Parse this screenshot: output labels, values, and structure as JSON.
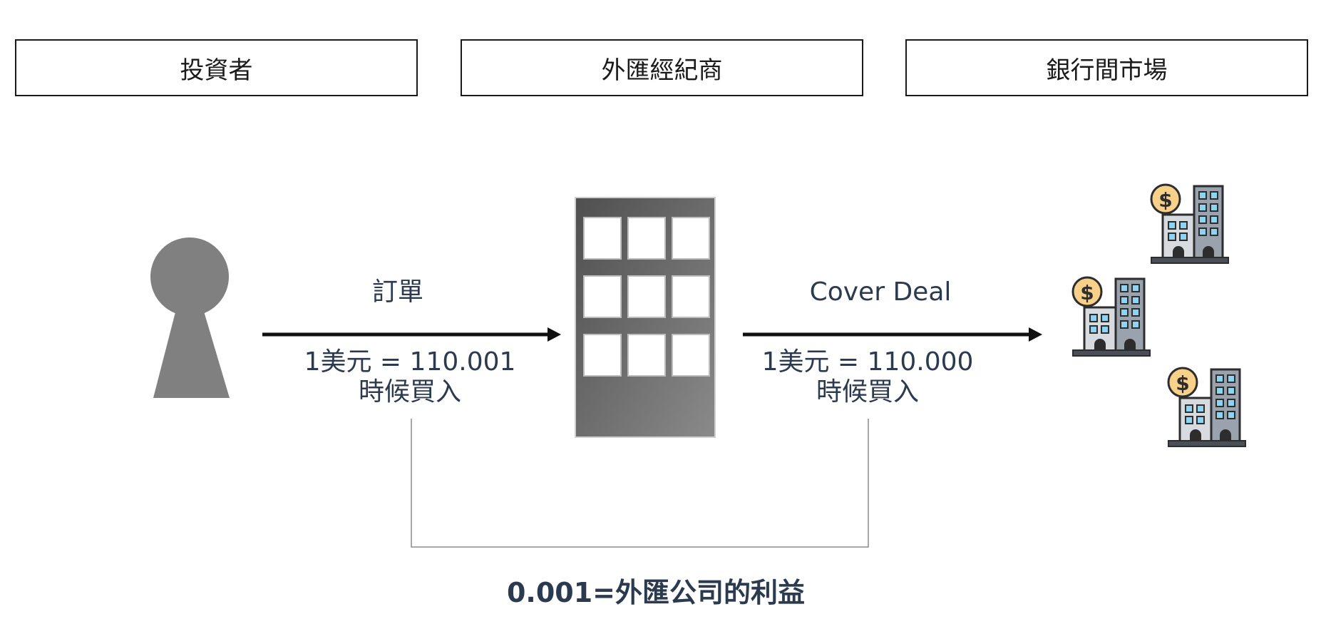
{
  "headers": {
    "investor": "投資者",
    "broker": "外匯經紀商",
    "interbank": "銀行間市場"
  },
  "left_flow": {
    "label": "訂單",
    "rate": "1美元 = 110.001",
    "action": "時候買入"
  },
  "right_flow": {
    "label": "Cover Deal",
    "rate": "1美元 = 110.000",
    "action": "時候買入"
  },
  "profit": "0.001=外匯公司的利益",
  "icons": {
    "investor": "person-icon",
    "broker": "office-building-icon",
    "interbank": "bank-building-dollar-icon"
  },
  "colors": {
    "text": "#2b3a4f",
    "icon_gray": "#808080",
    "coin": "#f7d08a",
    "window_blue": "#8ed3ef"
  }
}
